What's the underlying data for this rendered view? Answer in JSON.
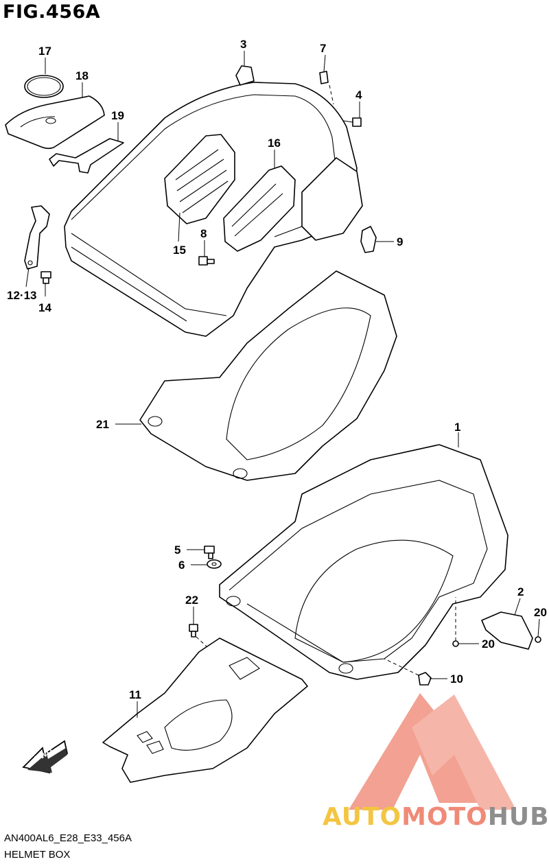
{
  "figure": {
    "title": "FIG.456A",
    "code": "AN400AL6_E28_E33_456A",
    "caption": "HELMET BOX"
  },
  "callouts": [
    {
      "id": "c1",
      "text": "1"
    },
    {
      "id": "c2",
      "text": "2"
    },
    {
      "id": "c3",
      "text": "3"
    },
    {
      "id": "c4",
      "text": "4"
    },
    {
      "id": "c5",
      "text": "5"
    },
    {
      "id": "c6",
      "text": "6"
    },
    {
      "id": "c7",
      "text": "7"
    },
    {
      "id": "c8",
      "text": "8"
    },
    {
      "id": "c9",
      "text": "9"
    },
    {
      "id": "c10",
      "text": "10"
    },
    {
      "id": "c11",
      "text": "11"
    },
    {
      "id": "c1213",
      "text": "12·13"
    },
    {
      "id": "c14",
      "text": "14"
    },
    {
      "id": "c15",
      "text": "15"
    },
    {
      "id": "c16",
      "text": "16"
    },
    {
      "id": "c17",
      "text": "17"
    },
    {
      "id": "c18",
      "text": "18"
    },
    {
      "id": "c19",
      "text": "19"
    },
    {
      "id": "c20a",
      "text": "20"
    },
    {
      "id": "c20b",
      "text": "20"
    },
    {
      "id": "c21",
      "text": "21"
    },
    {
      "id": "c22",
      "text": "22"
    }
  ],
  "fwd_arrow": {
    "text": "FWD"
  },
  "watermark": {
    "part1": "AUTO",
    "part2": "MOTO",
    "part3": "HUB",
    "colors": {
      "yellow": "#f4c542",
      "salmon": "#f08a78",
      "gray": "#8e8e8e"
    }
  }
}
